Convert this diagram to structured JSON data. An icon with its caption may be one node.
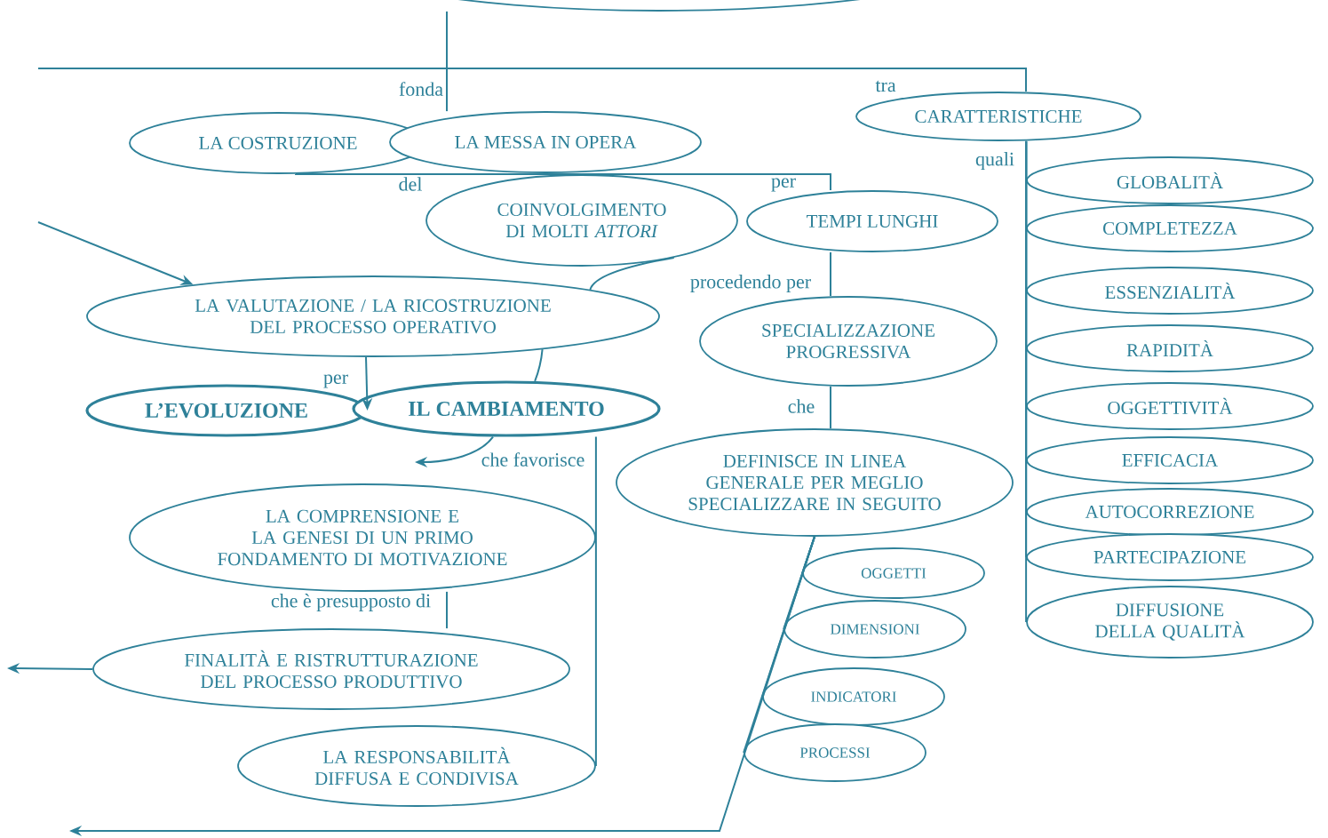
{
  "diagram": {
    "nodes": [
      {
        "text": [],
        "shape": "ellipse"
      },
      {
        "text": [
          "LA COSTRUZIONE"
        ]
      },
      {
        "text": [
          "LA MESSA IN OPERA"
        ]
      },
      {
        "text": [
          "CARATTERISTICHE"
        ]
      },
      {
        "text": [
          "COINVOLGIMENTO DI MOLTI *ATTORI*"
        ]
      },
      {
        "text": [
          "TEMPI LUNGHI"
        ]
      },
      {
        "text": [
          "LA VALUTAZIONE / LA RICOSTRUZIONE DEL PROCESSO OPERATIVO"
        ]
      },
      {
        "text": [
          "SPECIALIZZAZIONE PROGRESSIVA"
        ]
      },
      {
        "text": [
          "L’EVOLUZIONE"
        ]
      },
      {
        "text": [
          "IL CAMBIAMENTO"
        ]
      },
      {
        "text": [
          "DEFINISCE IN LINEA GENERALE PER MEGLIO SPECIALIZZARE IN SEGUITO"
        ]
      },
      {
        "text": [
          "LA COMPRENSIONE E LA GENESI DI UN PRIMO FONDAMENTO DI MOTIVAZIONE"
        ]
      },
      {
        "text": [
          "FINALITÀ E RISTRUTTURAZIONE DEL PROCESSO PRODUTTIVO"
        ]
      },
      {
        "text": [
          "LA RESPONSABILITÀ DIFFUSA E CONDIVISA"
        ]
      },
      {
        "text": [
          "GLOBALITÀ"
        ]
      },
      {
        "text": [
          "COMPLETEZZA"
        ]
      },
      {
        "text": [
          "ESSENZIALITÀ"
        ]
      },
      {
        "text": [
          "RAPIDITÀ"
        ]
      },
      {
        "text": [
          "OGGETTIVITÀ"
        ]
      },
      {
        "text": [
          "EFFICACIA"
        ]
      },
      {
        "text": [
          "AUTOCORREZIONE"
        ]
      },
      {
        "text": [
          "PARTECIPAZIONE"
        ]
      },
      {
        "text": [
          "DIFFUSIONE DELLA QUALITÀ"
        ]
      },
      {
        "text": [
          "OGGETTI"
        ]
      },
      {
        "text": [
          "DIMENSIONI"
        ]
      },
      {
        "text": [
          "INDICATORI"
        ]
      },
      {
        "text": [
          "PROCESSI"
        ]
      }
    ],
    "edges": [
      {
        "from": 0,
        "to": 2,
        "arrow": "none",
        "label": "fonda"
      },
      {
        "from": null,
        "to": 3,
        "arrow": "none",
        "label": "tra"
      },
      {
        "from": 1,
        "to": 4,
        "arrow": "none",
        "label": "del"
      },
      {
        "from": 4,
        "to": 5,
        "arrow": "none",
        "label": "per"
      },
      {
        "from": 5,
        "to": 7,
        "arrow": "none",
        "label": "procedendo per"
      },
      {
        "from": 7,
        "to": 10,
        "arrow": "none",
        "label": "che"
      },
      {
        "from": 3,
        "to": 14,
        "arrow": "none",
        "label": "quali"
      },
      {
        "from": 3,
        "to": 15,
        "arrow": "none"
      },
      {
        "from": 3,
        "to": 16,
        "arrow": "none"
      },
      {
        "from": 3,
        "to": 17,
        "arrow": "none"
      },
      {
        "from": 3,
        "to": 18,
        "arrow": "none"
      },
      {
        "from": 3,
        "to": 19,
        "arrow": "none"
      },
      {
        "from": 3,
        "to": 20,
        "arrow": "none"
      },
      {
        "from": 3,
        "to": 21,
        "arrow": "none"
      },
      {
        "from": 3,
        "to": 22,
        "arrow": "none"
      },
      {
        "from": null,
        "to": 6,
        "arrow": "to"
      },
      {
        "from": 4,
        "to": 6,
        "arrow": "none"
      },
      {
        "from": 6,
        "to": 8,
        "arrow": "to",
        "label": "per"
      },
      {
        "from": 6,
        "to": 9,
        "arrow": "none"
      },
      {
        "from": 9,
        "to": null,
        "arrow": "to",
        "label": "che favorisce"
      },
      {
        "from": 9,
        "to": 13,
        "arrow": "none"
      },
      {
        "from": 11,
        "to": 12,
        "arrow": "none",
        "label": "che è presupposto di"
      },
      {
        "from": 12,
        "to": null,
        "arrow": "to"
      },
      {
        "from": 10,
        "to": 23,
        "arrow": "none"
      },
      {
        "from": 10,
        "to": 24,
        "arrow": "none"
      },
      {
        "from": 10,
        "to": 25,
        "arrow": "none"
      },
      {
        "from": 10,
        "to": 26,
        "arrow": "none"
      },
      {
        "from": 10,
        "to": null,
        "arrow": "to"
      }
    ]
  }
}
